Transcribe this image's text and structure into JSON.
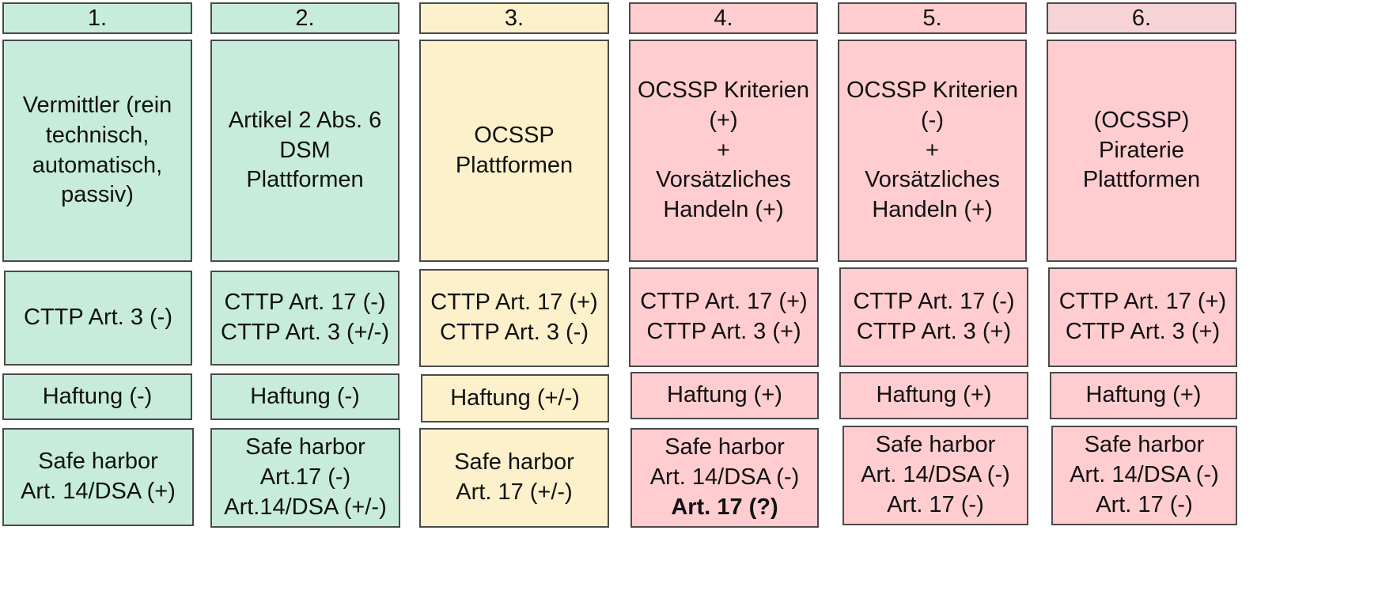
{
  "columns": [
    {
      "number": "1.",
      "category": [
        "Vermittler (rein",
        "technisch,",
        "automatisch,",
        "passiv)"
      ],
      "cttp": [
        "CTTP Art. 3 (-)"
      ],
      "haftung": "Haftung (-)",
      "safe_harbor": [
        "Safe harbor",
        "Art. 14/DSA (+)"
      ],
      "color": "#c8ecdc"
    },
    {
      "number": "2.",
      "category": [
        "Artikel 2 Abs. 6",
        "DSM",
        "Plattformen"
      ],
      "cttp": [
        "CTTP Art. 17 (-)",
        "CTTP Art. 3 (+/-)"
      ],
      "haftung": "Haftung (-)",
      "safe_harbor": [
        "Safe harbor",
        "Art.17 (-)",
        "Art.14/DSA (+/-)"
      ],
      "color": "#c8ecdc"
    },
    {
      "number": "3.",
      "category": [
        "OCSSP",
        "Plattformen"
      ],
      "cttp": [
        "CTTP Art. 17 (+)",
        "CTTP Art. 3 (-)"
      ],
      "haftung": "Haftung (+/-)",
      "safe_harbor": [
        "Safe harbor",
        "Art. 17 (+/-)"
      ],
      "color": "#fdf1cc"
    },
    {
      "number": "4.",
      "category": [
        "OCSSP Kriterien",
        "(+)",
        "+",
        "Vorsätzliches",
        "Handeln (+)"
      ],
      "cttp": [
        "CTTP Art. 17 (+)",
        "CTTP Art. 3 (+)"
      ],
      "haftung": "Haftung (+)",
      "safe_harbor": [
        "Safe harbor",
        "Art. 14/DSA (-)",
        "Art. 17 (?)"
      ],
      "color": "#ffcdd0"
    },
    {
      "number": "5.",
      "category": [
        "OCSSP Kriterien",
        "(-)",
        "+",
        "Vorsätzliches",
        "Handeln (+)"
      ],
      "cttp": [
        "CTTP Art. 17 (-)",
        "CTTP Art. 3 (+)"
      ],
      "haftung": "Haftung (+)",
      "safe_harbor": [
        "Safe harbor",
        "Art. 14/DSA (-)",
        "Art. 17 (-)"
      ],
      "color": "#ffcdd0"
    },
    {
      "number": "6.",
      "category": [
        "(OCSSP)",
        "Piraterie",
        "Plattformen"
      ],
      "cttp": [
        "CTTP Art. 17 (+)",
        "CTTP Art. 3 (+)"
      ],
      "haftung": "Haftung (+)",
      "safe_harbor": [
        "Safe harbor",
        "Art. 14/DSA (-)",
        "Art. 17 (-)"
      ],
      "color": "#ffcdd0"
    }
  ]
}
